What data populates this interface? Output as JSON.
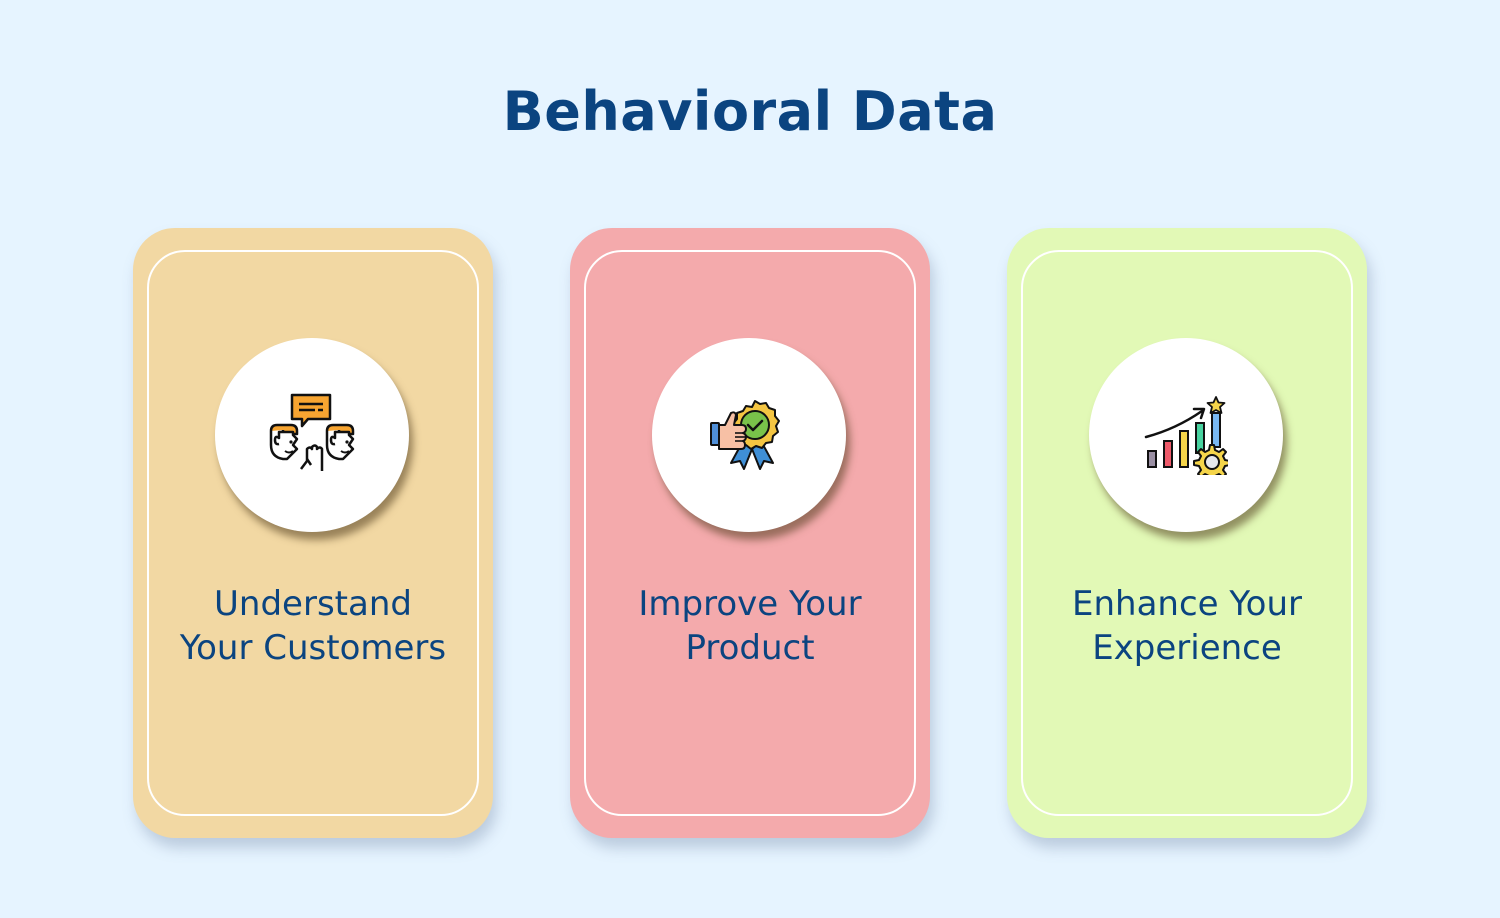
{
  "title": "Behavioral Data",
  "colors": {
    "background": "#e6f4ff",
    "title": "#0b4480",
    "card_1": "#f2d8a3",
    "card_2": "#f4aaac",
    "card_3": "#e2f9b6"
  },
  "cards": [
    {
      "icon": "customers-conversation-icon",
      "line1": "Understand",
      "line2": "Your Customers"
    },
    {
      "icon": "quality-badge-thumbs-up-icon",
      "line1": "Improve Your",
      "line2": "Product"
    },
    {
      "icon": "growth-chart-gear-icon",
      "line1": "Enhance Your",
      "line2": "Experience"
    }
  ]
}
